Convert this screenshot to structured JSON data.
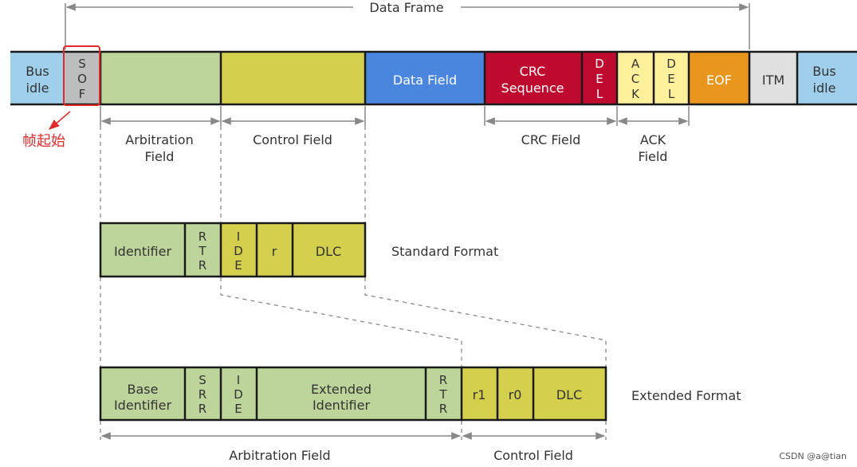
{
  "colors": {
    "bus_idle": "#9fcfea",
    "sof": "#bdbdbd",
    "arbitration": "#bdd59b",
    "control": "#d4cf4c",
    "data": "#4a86dd",
    "crc": "#be0a2e",
    "ack": "#fff19c",
    "eof": "#e8961e",
    "itm": "#e0e0e0",
    "annotation": "#e02b2b"
  },
  "top_frame": {
    "title": "Data Frame",
    "bus_idle_left": [
      "Bus",
      "idle"
    ],
    "sof": [
      "S",
      "O",
      "F"
    ],
    "data_field": "Data Field",
    "crc_sequence": [
      "CRC",
      "Sequence"
    ],
    "crc_del": [
      "D",
      "E",
      "L"
    ],
    "ack_slot": [
      "A",
      "C",
      "K"
    ],
    "ack_del": [
      "D",
      "E",
      "L"
    ],
    "eof": "EOF",
    "itm": "ITM",
    "bus_idle_right": [
      "Bus",
      "idle"
    ]
  },
  "labels": {
    "arbitration_field": [
      "Arbitration",
      "Field"
    ],
    "control_field": "Control Field",
    "crc_field": "CRC Field",
    "ack_field": [
      "ACK",
      "Field"
    ],
    "sof_note": "帧起始"
  },
  "standard_format": {
    "title": "Standard Format",
    "identifier": "Identifier",
    "rtr": [
      "R",
      "T",
      "R"
    ],
    "ide": [
      "I",
      "D",
      "E"
    ],
    "r": "r",
    "dlc": "DLC"
  },
  "extended_format": {
    "title": "Extended Format",
    "base_identifier": [
      "Base",
      "Identifier"
    ],
    "srr": [
      "S",
      "R",
      "R"
    ],
    "ide": [
      "I",
      "D",
      "E"
    ],
    "extended_identifier": [
      "Extended",
      "Identifier"
    ],
    "rtr": [
      "R",
      "T",
      "R"
    ],
    "r1": "r1",
    "r0": "r0",
    "dlc": "DLC",
    "arbitration_field": "Arbitration Field",
    "control_field": "Control Field"
  },
  "watermark": "CSDN @a@tian"
}
